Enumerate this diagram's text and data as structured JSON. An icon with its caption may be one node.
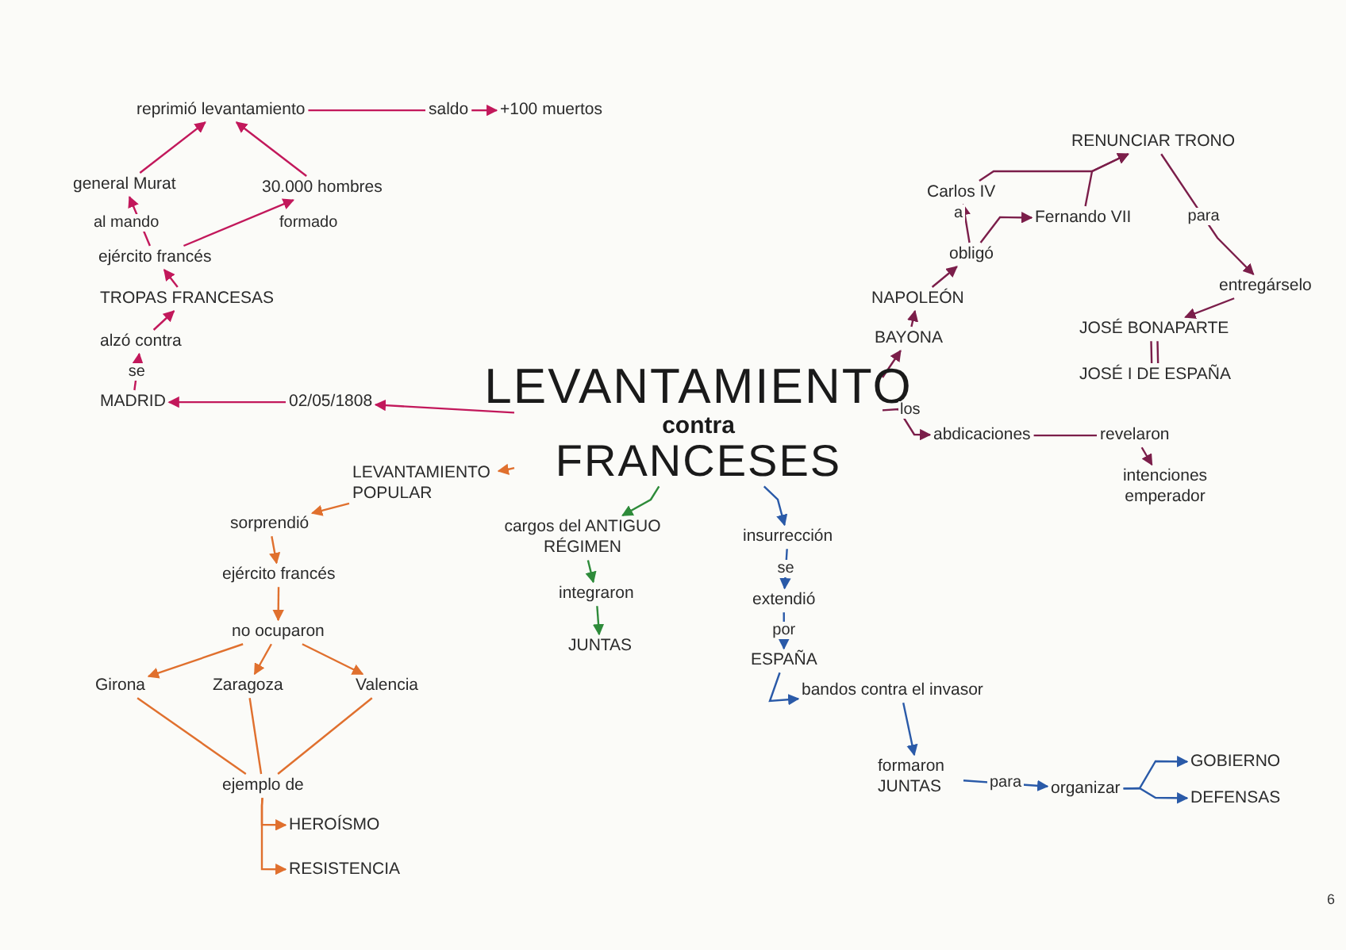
{
  "diagram": {
    "nodes": [
      {
        "text": [
          "LEVANTAMIENTO",
          "contra",
          "FRANCESES"
        ]
      },
      {
        "text": [
          "02/05/1808"
        ]
      },
      {
        "text": [
          "MADRID"
        ]
      },
      {
        "text": [
          "alzó contra"
        ]
      },
      {
        "text": [
          "TROPAS FRANCESAS"
        ]
      },
      {
        "text": [
          "ejército francés"
        ]
      },
      {
        "text": [
          "general Murat"
        ]
      },
      {
        "text": [
          "30.000 hombres"
        ]
      },
      {
        "text": [
          "reprimió levantamiento"
        ]
      },
      {
        "text": [
          "saldo"
        ]
      },
      {
        "text": [
          "+100 muertos"
        ]
      },
      {
        "text": [
          "BAYONA"
        ]
      },
      {
        "text": [
          "NAPOLEÓN"
        ]
      },
      {
        "text": [
          "obligó"
        ]
      },
      {
        "text": [
          "Carlos IV"
        ]
      },
      {
        "text": [
          "Fernando VII"
        ]
      },
      {
        "text": [
          "RENUNCIAR TRONO"
        ]
      },
      {
        "text": [
          "entregárselo"
        ]
      },
      {
        "text": [
          "JOSÉ BONAPARTE"
        ]
      },
      {
        "text": [
          "JOSÉ I DE ESPAÑA"
        ]
      },
      {
        "text": [
          "abdicaciones"
        ]
      },
      {
        "text": [
          "revelaron"
        ]
      },
      {
        "text": [
          "intenciones emperador"
        ]
      },
      {
        "text": [
          "LEVANTAMIENTO POPULAR"
        ]
      },
      {
        "text": [
          "sorprendió"
        ]
      },
      {
        "text": [
          "ejército francés"
        ]
      },
      {
        "text": [
          "no ocuparon"
        ]
      },
      {
        "text": [
          "Girona"
        ]
      },
      {
        "text": [
          "Zaragoza"
        ]
      },
      {
        "text": [
          "Valencia"
        ]
      },
      {
        "text": [
          "ejemplo de"
        ]
      },
      {
        "text": [
          "HEROÍSMO"
        ]
      },
      {
        "text": [
          "RESISTENCIA"
        ]
      },
      {
        "text": [
          "cargos del ANTIGUO RÉGIMEN"
        ]
      },
      {
        "text": [
          "integraron"
        ]
      },
      {
        "text": [
          "JUNTAS"
        ]
      },
      {
        "text": [
          "insurrección"
        ]
      },
      {
        "text": [
          "extendió"
        ]
      },
      {
        "text": [
          "ESPAÑA"
        ]
      },
      {
        "text": [
          "bandos contra el invasor"
        ]
      },
      {
        "text": [
          "formaron JUNTAS"
        ]
      },
      {
        "text": [
          "organizar"
        ]
      },
      {
        "text": [
          "GOBIERNO"
        ]
      },
      {
        "text": [
          "DEFENSAS"
        ]
      }
    ],
    "edges": [
      {
        "from": 0,
        "to": 1,
        "arrow": "to",
        "color": "#c2185b"
      },
      {
        "from": 1,
        "to": 2,
        "arrow": "to",
        "color": "#c2185b"
      },
      {
        "from": 2,
        "to": 3,
        "label": "se",
        "arrow": "to",
        "color": "#c2185b"
      },
      {
        "from": 3,
        "to": 4,
        "arrow": "to",
        "color": "#c2185b"
      },
      {
        "from": 4,
        "to": 5,
        "arrow": "to",
        "color": "#c2185b"
      },
      {
        "from": 5,
        "to": 6,
        "label": "al mando",
        "arrow": "to",
        "color": "#c2185b"
      },
      {
        "from": 5,
        "to": 7,
        "label": "formado",
        "arrow": "to",
        "color": "#c2185b"
      },
      {
        "from": 6,
        "to": 8,
        "arrow": "to",
        "color": "#c2185b"
      },
      {
        "from": 7,
        "to": 8,
        "arrow": "to",
        "color": "#c2185b"
      },
      {
        "from": 8,
        "to": 9,
        "arrow": "none",
        "color": "#c2185b"
      },
      {
        "from": 9,
        "to": 10,
        "arrow": "to",
        "color": "#c2185b"
      },
      {
        "from": 0,
        "to": 11,
        "arrow": "to",
        "color": "#7b1e4a"
      },
      {
        "from": 11,
        "to": 12,
        "arrow": "to",
        "color": "#7b1e4a"
      },
      {
        "from": 12,
        "to": 13,
        "arrow": "to",
        "color": "#7b1e4a"
      },
      {
        "from": 13,
        "to": 14,
        "label": "a",
        "arrow": "to",
        "color": "#7b1e4a"
      },
      {
        "from": 13,
        "to": 15,
        "arrow": "to",
        "color": "#7b1e4a"
      },
      {
        "from": 14,
        "to": 16,
        "arrow": "to",
        "color": "#7b1e4a"
      },
      {
        "from": 15,
        "to": 16,
        "arrow": "to",
        "color": "#7b1e4a"
      },
      {
        "from": 16,
        "to": 17,
        "label": "para",
        "arrow": "to",
        "color": "#7b1e4a"
      },
      {
        "from": 17,
        "to": 18,
        "arrow": "to",
        "color": "#7b1e4a"
      },
      {
        "from": 18,
        "to": 19,
        "arrow": "none",
        "color": "#7b1e4a"
      },
      {
        "from": 0,
        "to": 20,
        "label": "los",
        "arrow": "to",
        "color": "#7b1e4a"
      },
      {
        "from": 20,
        "to": 21,
        "arrow": "none",
        "color": "#7b1e4a"
      },
      {
        "from": 21,
        "to": 22,
        "arrow": "to",
        "color": "#7b1e4a"
      },
      {
        "from": 0,
        "to": 23,
        "arrow": "to",
        "color": "#e0702e"
      },
      {
        "from": 23,
        "to": 24,
        "arrow": "to",
        "color": "#e0702e"
      },
      {
        "from": 24,
        "to": 25,
        "arrow": "to",
        "color": "#e0702e"
      },
      {
        "from": 25,
        "to": 26,
        "arrow": "to",
        "color": "#e0702e"
      },
      {
        "from": 26,
        "to": 27,
        "arrow": "to",
        "color": "#e0702e"
      },
      {
        "from": 26,
        "to": 28,
        "arrow": "to",
        "color": "#e0702e"
      },
      {
        "from": 26,
        "to": 29,
        "arrow": "to",
        "color": "#e0702e"
      },
      {
        "from": 27,
        "to": 30,
        "arrow": "none",
        "color": "#e0702e"
      },
      {
        "from": 28,
        "to": 30,
        "arrow": "none",
        "color": "#e0702e"
      },
      {
        "from": 29,
        "to": 30,
        "arrow": "none",
        "color": "#e0702e"
      },
      {
        "from": 30,
        "to": 31,
        "arrow": "to",
        "color": "#e0702e"
      },
      {
        "from": 30,
        "to": 32,
        "arrow": "to",
        "color": "#e0702e"
      },
      {
        "from": 0,
        "to": 33,
        "arrow": "to",
        "color": "#2e8b3a"
      },
      {
        "from": 33,
        "to": 34,
        "arrow": "to",
        "color": "#2e8b3a"
      },
      {
        "from": 34,
        "to": 35,
        "arrow": "to",
        "color": "#2e8b3a"
      },
      {
        "from": 0,
        "to": 36,
        "arrow": "to",
        "color": "#2a5aa8"
      },
      {
        "from": 36,
        "to": 37,
        "label": "se",
        "arrow": "to",
        "color": "#2a5aa8"
      },
      {
        "from": 37,
        "to": 38,
        "label": "por",
        "arrow": "to",
        "color": "#2a5aa8"
      },
      {
        "from": 38,
        "to": 39,
        "arrow": "to",
        "color": "#2a5aa8"
      },
      {
        "from": 39,
        "to": 40,
        "arrow": "to",
        "color": "#2a5aa8"
      },
      {
        "from": 40,
        "to": 41,
        "label": "para",
        "arrow": "to",
        "color": "#2a5aa8"
      },
      {
        "from": 41,
        "to": 42,
        "arrow": "to",
        "color": "#2a5aa8"
      },
      {
        "from": 41,
        "to": 43,
        "arrow": "to",
        "color": "#2a5aa8"
      }
    ],
    "labels": [
      "6"
    ]
  }
}
